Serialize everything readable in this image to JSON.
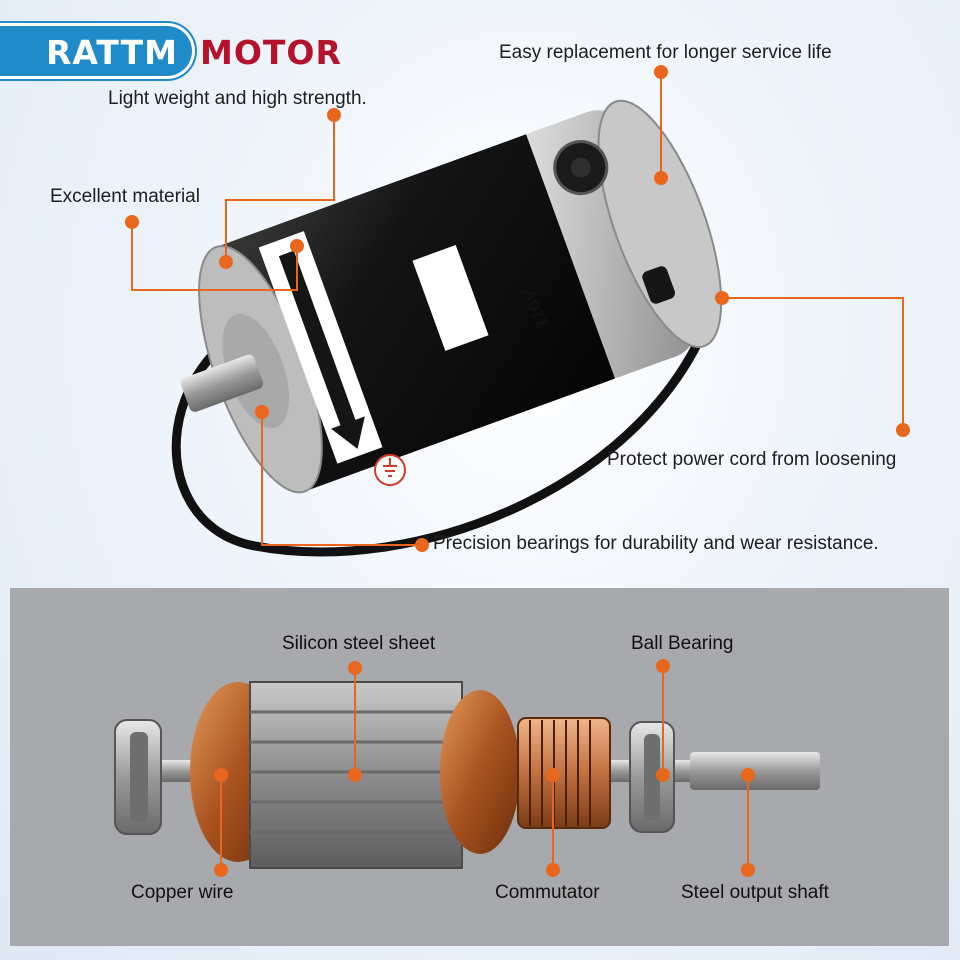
{
  "brand": {
    "name": "RATTM",
    "suffix": "MOTOR"
  },
  "motor": {
    "voltage_label": "110V"
  },
  "callouts": {
    "replacement": "Easy replacement for longer service life",
    "lightweight": "Light weight and high strength.",
    "material": "Excellent material",
    "cord": "Protect power cord from loosening",
    "bearings": "Precision bearings for durability and wear resistance."
  },
  "armature": {
    "silicon": "Silicon steel sheet",
    "ball_bearing": "Ball Bearing",
    "copper": "Copper wire",
    "commutator": "Commutator",
    "shaft": "Steel output shaft"
  },
  "colors": {
    "accent": "#e8671c",
    "brand_blue": "#1f8bc8",
    "brand_red": "#b5122b"
  }
}
